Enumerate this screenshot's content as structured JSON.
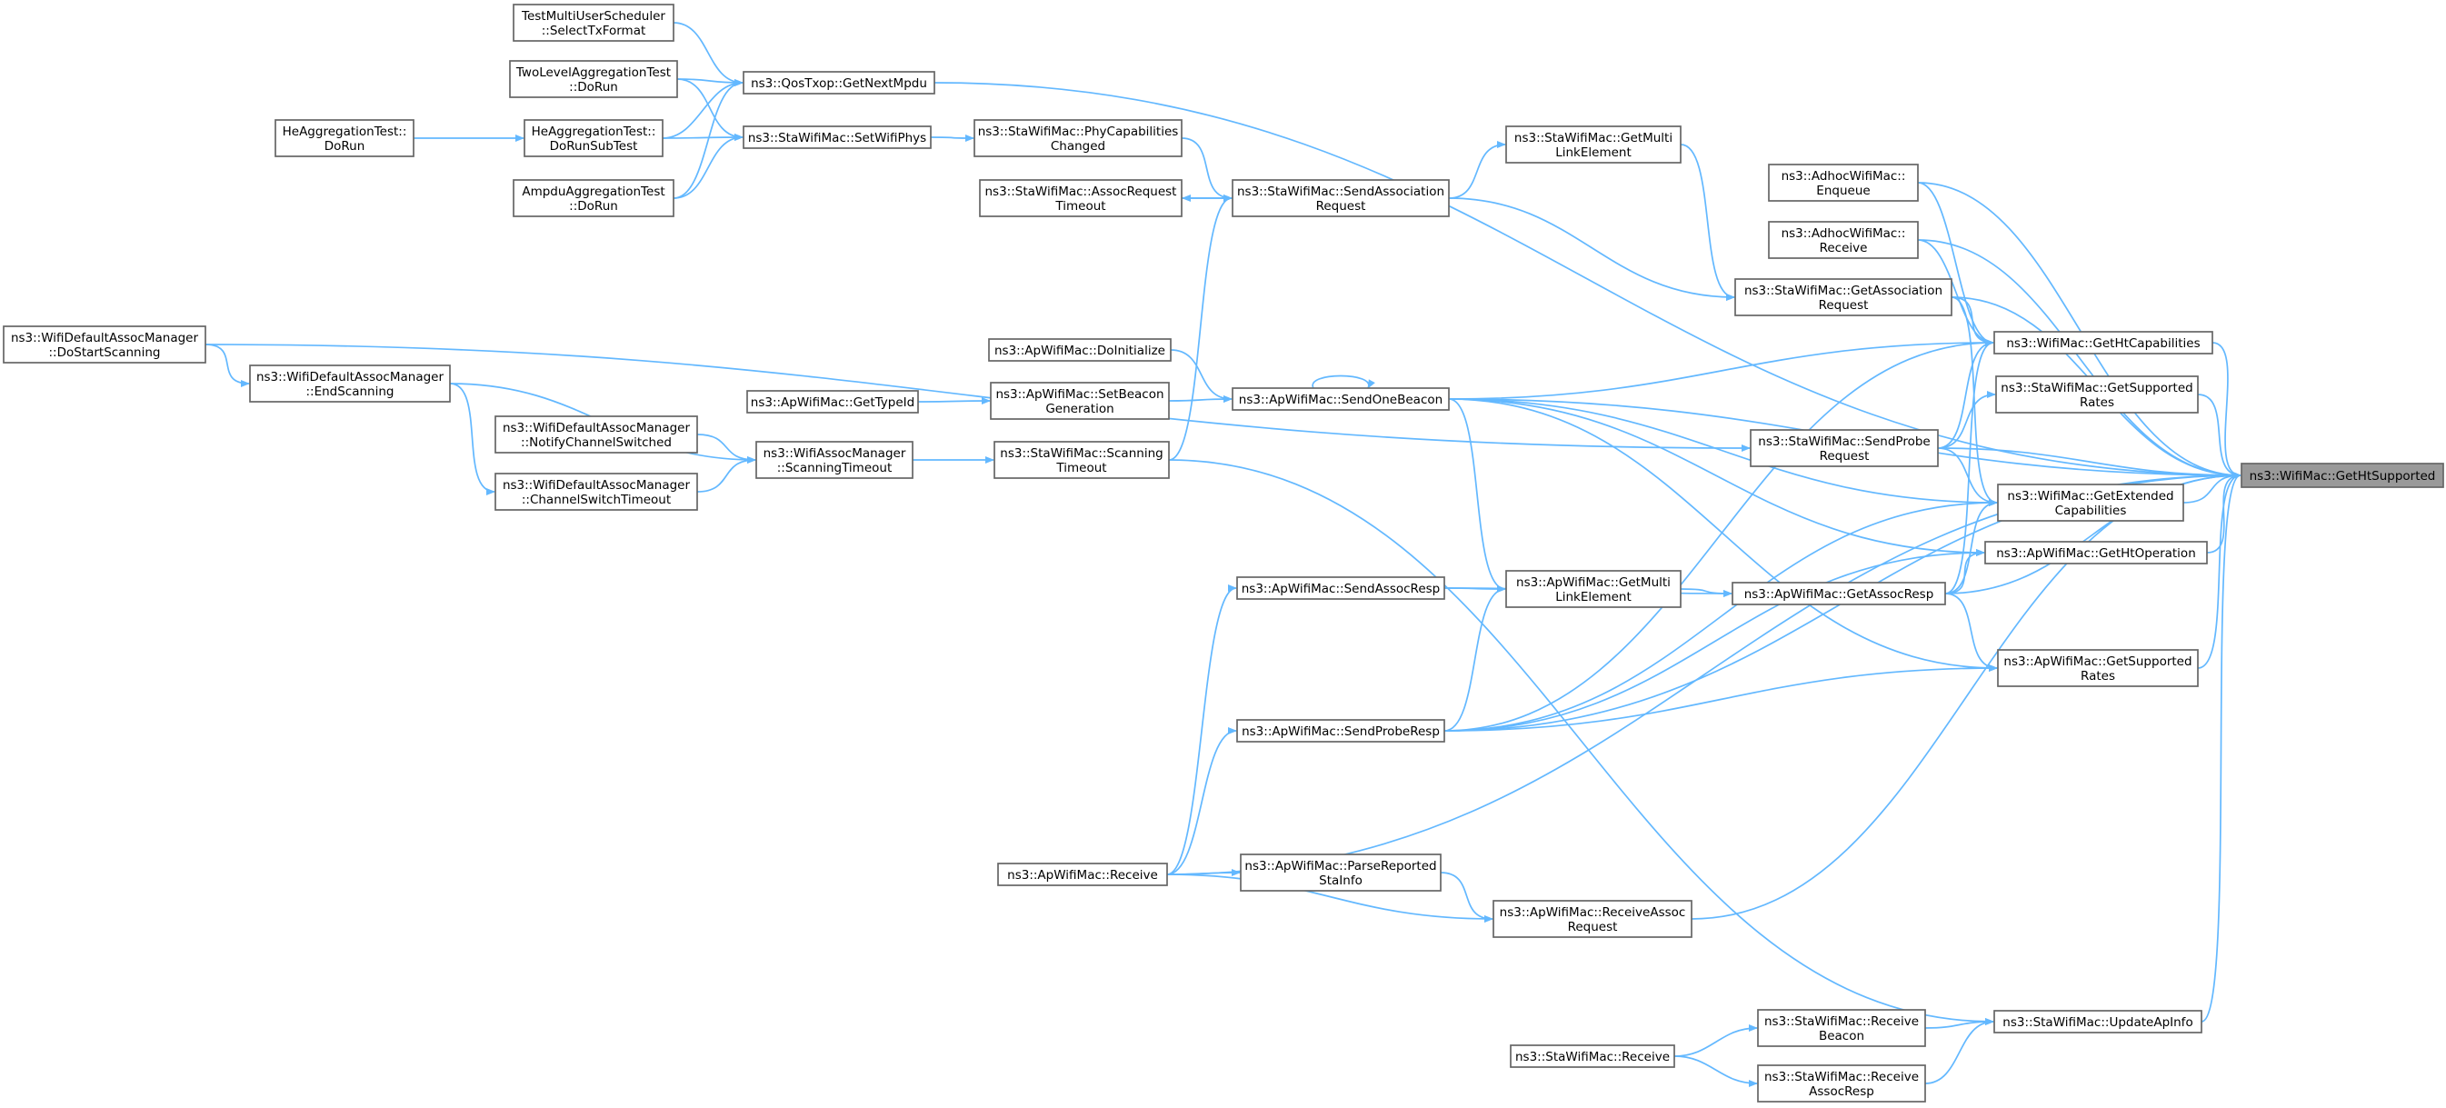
{
  "nodes": [
    {
      "id": "root",
      "lines": [
        "ns3::WifiMac::GetHtSupported"
      ],
      "root": true
    },
    {
      "id": "qos_getnextmpdu",
      "lines": [
        "ns3::QosTxop::GetNextMpdu"
      ]
    },
    {
      "id": "testmulti",
      "lines": [
        "TestMultiUserScheduler",
        "::SelectTxFormat"
      ]
    },
    {
      "id": "twolevel",
      "lines": [
        "TwoLevelAggregationTest",
        "::DoRun"
      ]
    },
    {
      "id": "heagg_subtest",
      "lines": [
        "HeAggregationTest::",
        "DoRunSubTest"
      ]
    },
    {
      "id": "heagg_dorun",
      "lines": [
        "HeAggregationTest::",
        "DoRun"
      ]
    },
    {
      "id": "ampdu",
      "lines": [
        "AmpduAggregationTest",
        "::DoRun"
      ]
    },
    {
      "id": "setwifiphys",
      "lines": [
        "ns3::StaWifiMac::SetWifiPhys"
      ]
    },
    {
      "id": "phycap",
      "lines": [
        "ns3::StaWifiMac::PhyCapabilities",
        "Changed"
      ]
    },
    {
      "id": "assocreqtimeout",
      "lines": [
        "ns3::StaWifiMac::AssocRequest",
        "Timeout"
      ]
    },
    {
      "id": "sendassocreq",
      "lines": [
        "ns3::StaWifiMac::SendAssociation",
        "Request"
      ]
    },
    {
      "id": "sta_getmultilink",
      "lines": [
        "ns3::StaWifiMac::GetMulti",
        "LinkElement"
      ]
    },
    {
      "id": "adhoc_enqueue",
      "lines": [
        "ns3::AdhocWifiMac::",
        "Enqueue"
      ]
    },
    {
      "id": "adhoc_receive",
      "lines": [
        "ns3::AdhocWifiMac::",
        "Receive"
      ]
    },
    {
      "id": "getassocreq",
      "lines": [
        "ns3::StaWifiMac::GetAssociation",
        "Request"
      ]
    },
    {
      "id": "doinitialize",
      "lines": [
        "ns3::ApWifiMac::DoInitialize"
      ]
    },
    {
      "id": "gettypeid",
      "lines": [
        "ns3::ApWifiMac::GetTypeId"
      ]
    },
    {
      "id": "setbeacongen",
      "lines": [
        "ns3::ApWifiMac::SetBeacon",
        "Generation"
      ]
    },
    {
      "id": "sendonebeacon",
      "lines": [
        "ns3::ApWifiMac::SendOneBeacon"
      ]
    },
    {
      "id": "gethtcap",
      "lines": [
        "ns3::WifiMac::GetHtCapabilities"
      ]
    },
    {
      "id": "sta_getsuprates",
      "lines": [
        "ns3::StaWifiMac::GetSupported",
        "Rates"
      ]
    },
    {
      "id": "sendprobereq",
      "lines": [
        "ns3::StaWifiMac::SendProbe",
        "Request"
      ]
    },
    {
      "id": "getextcap",
      "lines": [
        "ns3::WifiMac::GetExtended",
        "Capabilities"
      ]
    },
    {
      "id": "gethtop",
      "lines": [
        "ns3::ApWifiMac::GetHtOperation"
      ]
    },
    {
      "id": "dostartscan",
      "lines": [
        "ns3::WifiDefaultAssocManager",
        "::DoStartScanning"
      ]
    },
    {
      "id": "endscan",
      "lines": [
        "ns3::WifiDefaultAssocManager",
        "::EndScanning"
      ]
    },
    {
      "id": "notifych",
      "lines": [
        "ns3::WifiDefaultAssocManager",
        "::NotifyChannelSwitched"
      ]
    },
    {
      "id": "chswitchtimeout",
      "lines": [
        "ns3::WifiDefaultAssocManager",
        "::ChannelSwitchTimeout"
      ]
    },
    {
      "id": "mgr_scantimeout",
      "lines": [
        "ns3::WifiAssocManager",
        "::ScanningTimeout"
      ]
    },
    {
      "id": "sta_scantimeout",
      "lines": [
        "ns3::StaWifiMac::Scanning",
        "Timeout"
      ]
    },
    {
      "id": "sendassocresp",
      "lines": [
        "ns3::ApWifiMac::SendAssocResp"
      ]
    },
    {
      "id": "ap_getmultilink",
      "lines": [
        "ns3::ApWifiMac::GetMulti",
        "LinkElement"
      ]
    },
    {
      "id": "getassocresp",
      "lines": [
        "ns3::ApWifiMac::GetAssocResp"
      ]
    },
    {
      "id": "ap_getsuprates",
      "lines": [
        "ns3::ApWifiMac::GetSupported",
        "Rates"
      ]
    },
    {
      "id": "sendproberesp",
      "lines": [
        "ns3::ApWifiMac::SendProbeResp"
      ]
    },
    {
      "id": "ap_receive",
      "lines": [
        "ns3::ApWifiMac::Receive"
      ]
    },
    {
      "id": "parsereported",
      "lines": [
        "ns3::ApWifiMac::ParseReported",
        "StaInfo"
      ]
    },
    {
      "id": "receiveassocreq",
      "lines": [
        "ns3::ApWifiMac::ReceiveAssoc",
        "Request"
      ]
    },
    {
      "id": "sta_receive",
      "lines": [
        "ns3::StaWifiMac::Receive"
      ]
    },
    {
      "id": "receivebeacon",
      "lines": [
        "ns3::StaWifiMac::Receive",
        "Beacon"
      ]
    },
    {
      "id": "receiveassocresp",
      "lines": [
        "ns3::StaWifiMac::Receive",
        "AssocResp"
      ]
    },
    {
      "id": "updateapinfo",
      "lines": [
        "ns3::StaWifiMac::UpdateApInfo"
      ]
    }
  ],
  "edges": [
    [
      "qos_getnextmpdu",
      "root"
    ],
    [
      "testmulti",
      "qos_getnextmpdu"
    ],
    [
      "twolevel",
      "qos_getnextmpdu"
    ],
    [
      "heagg_subtest",
      "qos_getnextmpdu"
    ],
    [
      "ampdu",
      "qos_getnextmpdu"
    ],
    [
      "heagg_dorun",
      "heagg_subtest"
    ],
    [
      "twolevel",
      "setwifiphys"
    ],
    [
      "heagg_subtest",
      "setwifiphys"
    ],
    [
      "ampdu",
      "setwifiphys"
    ],
    [
      "setwifiphys",
      "phycap"
    ],
    [
      "phycap",
      "sendassocreq"
    ],
    [
      "assocreqtimeout",
      "sendassocreq"
    ],
    [
      "sendassocreq",
      "assocreqtimeout"
    ],
    [
      "sta_scantimeout",
      "sendassocreq"
    ],
    [
      "sendassocreq",
      "sta_getmultilink"
    ],
    [
      "sta_getmultilink",
      "getassocreq"
    ],
    [
      "sendassocreq",
      "getassocreq"
    ],
    [
      "getassocreq",
      "gethtcap"
    ],
    [
      "getassocreq",
      "getextcap"
    ],
    [
      "getassocreq",
      "root"
    ],
    [
      "adhoc_enqueue",
      "gethtcap"
    ],
    [
      "adhoc_receive",
      "gethtcap"
    ],
    [
      "adhoc_enqueue",
      "root"
    ],
    [
      "adhoc_receive",
      "root"
    ],
    [
      "sendonebeacon",
      "root"
    ],
    [
      "sendonebeacon",
      "sendonebeacon"
    ],
    [
      "doinitialize",
      "sendonebeacon"
    ],
    [
      "gettypeid",
      "setbeacongen"
    ],
    [
      "setbeacongen",
      "sendonebeacon"
    ],
    [
      "sendonebeacon",
      "gethtcap"
    ],
    [
      "sendonebeacon",
      "getextcap"
    ],
    [
      "sendonebeacon",
      "gethtop"
    ],
    [
      "sendonebeacon",
      "ap_getsuprates"
    ],
    [
      "sendonebeacon",
      "ap_getmultilink"
    ],
    [
      "gethtcap",
      "root"
    ],
    [
      "sta_getsuprates",
      "root"
    ],
    [
      "sendprobereq",
      "gethtcap"
    ],
    [
      "sendprobereq",
      "sta_getsuprates"
    ],
    [
      "sendprobereq",
      "getextcap"
    ],
    [
      "sendprobereq",
      "root"
    ],
    [
      "dostartscan",
      "sendprobereq"
    ],
    [
      "dostartscan",
      "endscan"
    ],
    [
      "endscan",
      "mgr_scantimeout"
    ],
    [
      "endscan",
      "chswitchtimeout"
    ],
    [
      "notifych",
      "mgr_scantimeout"
    ],
    [
      "chswitchtimeout",
      "mgr_scantimeout"
    ],
    [
      "mgr_scantimeout",
      "sta_scantimeout"
    ],
    [
      "sta_scantimeout",
      "updateapinfo"
    ],
    [
      "getextcap",
      "root"
    ],
    [
      "gethtop",
      "root"
    ],
    [
      "sendassocresp",
      "ap_getmultilink"
    ],
    [
      "sendassocresp",
      "getassocresp"
    ],
    [
      "ap_getmultilink",
      "getassocresp"
    ],
    [
      "getassocresp",
      "gethtcap"
    ],
    [
      "getassocresp",
      "getextcap"
    ],
    [
      "getassocresp",
      "gethtop"
    ],
    [
      "getassocresp",
      "ap_getsuprates"
    ],
    [
      "getassocresp",
      "root"
    ],
    [
      "ap_getsuprates",
      "root"
    ],
    [
      "sendproberesp",
      "gethtcap"
    ],
    [
      "sendproberesp",
      "getextcap"
    ],
    [
      "sendproberesp",
      "gethtop"
    ],
    [
      "sendproberesp",
      "ap_getsuprates"
    ],
    [
      "sendproberesp",
      "ap_getmultilink"
    ],
    [
      "sendproberesp",
      "root"
    ],
    [
      "ap_receive",
      "sendassocresp"
    ],
    [
      "ap_receive",
      "sendproberesp"
    ],
    [
      "ap_receive",
      "parsereported"
    ],
    [
      "ap_receive",
      "receiveassocreq"
    ],
    [
      "ap_receive",
      "root"
    ],
    [
      "parsereported",
      "receiveassocreq"
    ],
    [
      "receiveassocreq",
      "root"
    ],
    [
      "sta_receive",
      "receivebeacon"
    ],
    [
      "sta_receive",
      "receiveassocresp"
    ],
    [
      "receivebeacon",
      "updateapinfo"
    ],
    [
      "receiveassocresp",
      "updateapinfo"
    ],
    [
      "updateapinfo",
      "root"
    ]
  ]
}
